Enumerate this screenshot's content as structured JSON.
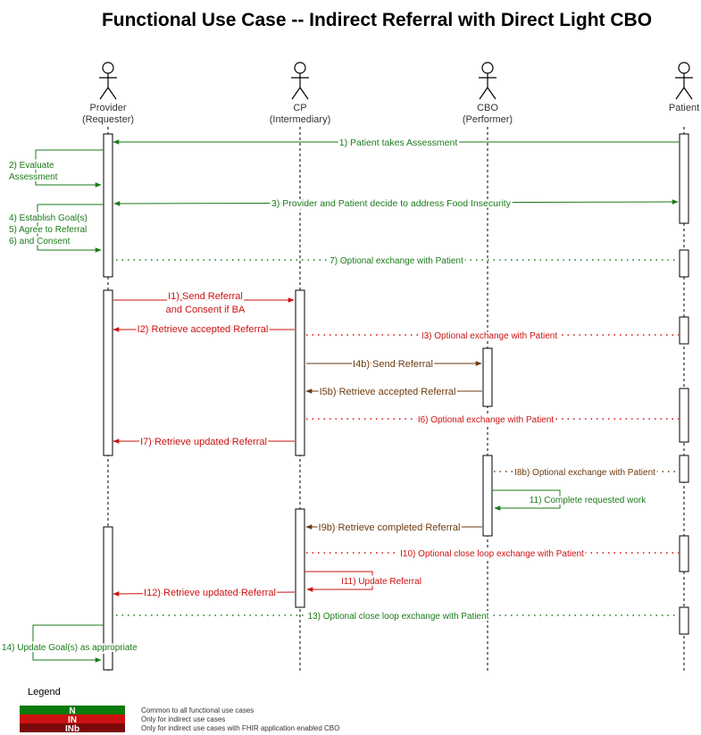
{
  "title": "Functional Use Case -- Indirect Referral with Direct Light CBO",
  "colors": {
    "common": "#1a7a1a",
    "indirect": "#cc1111",
    "indirect_fhir": "#6b3a0e",
    "legend_common_fill": "#0a7a0a",
    "legend_indirect_fill": "#cc1111",
    "legend_fhir_fill": "#7a0a0a"
  },
  "actors": [
    {
      "id": "provider",
      "name": "Provider",
      "role": "(Requester)",
      "icon": "stick-figure-icon"
    },
    {
      "id": "cp",
      "name": "CP",
      "role": "(Intermediary)",
      "icon": "stick-figure-icon"
    },
    {
      "id": "cbo",
      "name": "CBO",
      "role": "(Performer)",
      "icon": "stick-figure-icon"
    },
    {
      "id": "patient",
      "name": "Patient",
      "role": "",
      "icon": "stick-figure-icon"
    }
  ],
  "messages": [
    {
      "id": "m1",
      "label": "1) Patient takes Assessment",
      "category": "common"
    },
    {
      "id": "m2",
      "label1": "2) Evaluate",
      "label2": "Assessment",
      "category": "common"
    },
    {
      "id": "m3",
      "label": "3) Provider and Patient decide to address Food Insecurity",
      "category": "common"
    },
    {
      "id": "m4",
      "label1": "4) Establish Goal(s)",
      "label2": "5) Agree to Referral",
      "label3": "6) and Consent",
      "category": "common"
    },
    {
      "id": "m7",
      "label": "7) Optional exchange with Patient",
      "category": "common"
    },
    {
      "id": "i1",
      "label1": "I1) Send Referral",
      "label2": "and Consent if BA",
      "category": "indirect"
    },
    {
      "id": "i2",
      "label": "I2) Retrieve accepted Referral",
      "category": "indirect"
    },
    {
      "id": "i3",
      "label": "I3) Optional exchange with Patient",
      "category": "indirect"
    },
    {
      "id": "i4b",
      "label": "I4b) Send Referral",
      "category": "indirect_fhir"
    },
    {
      "id": "i5b",
      "label": "I5b) Retrieve accepted Referral",
      "category": "indirect_fhir"
    },
    {
      "id": "i6",
      "label": "I6) Optional exchange with Patient",
      "category": "indirect"
    },
    {
      "id": "i7",
      "label": "I7) Retrieve updated Referral",
      "category": "indirect"
    },
    {
      "id": "i8b",
      "label": "I8b) Optional exchange with Patient",
      "category": "indirect_fhir"
    },
    {
      "id": "m11",
      "label": "11) Complete requested work",
      "category": "common"
    },
    {
      "id": "i9b",
      "label": "I9b) Retrieve completed Referral",
      "category": "indirect_fhir"
    },
    {
      "id": "i10",
      "label": "I10) Optional close loop exchange with Patient",
      "category": "indirect"
    },
    {
      "id": "i11",
      "label": "I11) Update Referral",
      "category": "indirect"
    },
    {
      "id": "i12",
      "label": "I12) Retrieve updated Referral",
      "category": "indirect"
    },
    {
      "id": "m13",
      "label": "13) Optional close loop exchange with Patient",
      "category": "common"
    },
    {
      "id": "m14",
      "label": "14) Update Goal(s) as appropriate",
      "category": "common"
    }
  ],
  "legend": {
    "title": "Legend",
    "items": [
      {
        "code": "N",
        "text": "Common to all functional use cases"
      },
      {
        "code": "IN",
        "text": "Only for indirect use cases"
      },
      {
        "code": "INb",
        "text": "Only for indirect use cases with FHIR application enabled CBO"
      }
    ]
  }
}
